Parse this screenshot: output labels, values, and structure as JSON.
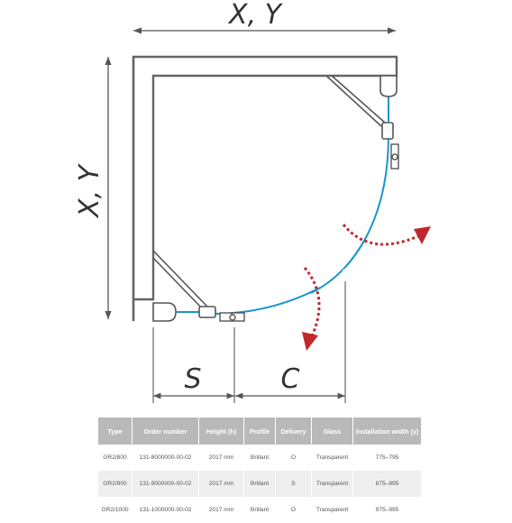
{
  "dimensions": {
    "top_label": "X, Y",
    "left_label": "X, Y",
    "s_label": "S",
    "c_label": "C"
  },
  "colors": {
    "outline": "#666666",
    "arc": "#1796c9",
    "arrow": "#c1272d"
  },
  "table": {
    "headers": [
      "Type",
      "Order number",
      "Height (h)",
      "Profile",
      "Delivery",
      "Glass",
      "Installation width (y)"
    ],
    "rows": [
      [
        "GR2/800",
        "131-8000000-00-02",
        "2017 mm",
        "Brillant",
        "O",
        "Transparent",
        "775–795"
      ],
      [
        "GR2/900",
        "131-9000000-00-02",
        "2017 mm",
        "Brillant",
        "S",
        "Transparent",
        "875–895"
      ],
      [
        "GR2/1000",
        "131-1000000-00-02",
        "2017 mm",
        "Brillant",
        "O",
        "Transparent",
        "975–995"
      ]
    ]
  }
}
